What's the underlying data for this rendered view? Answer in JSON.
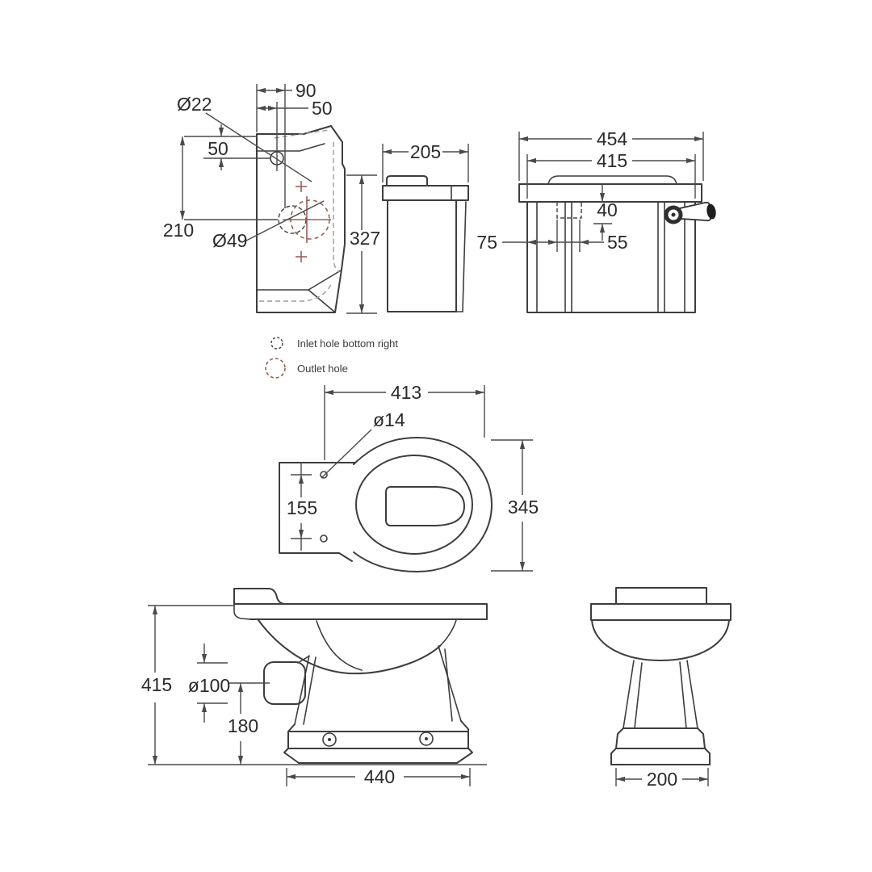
{
  "title": "Close coupled toilet cistern and pan technical drawing",
  "colors": {
    "line": "#3d3d3d",
    "dimension": "#4a4a4a",
    "accent_red": "#9a6055",
    "background": "#ffffff"
  },
  "cistern_front": {
    "d90": "90",
    "d50_top": "50",
    "dia22": "Ø22",
    "d50_left": "50",
    "d210": "210",
    "dia49": "Ø49",
    "d327": "327"
  },
  "cistern_side": {
    "d205": "205"
  },
  "cistern_rear": {
    "d454": "454",
    "d415": "415",
    "d40": "40",
    "d75": "75",
    "d55": "55"
  },
  "legend": {
    "inlet": "Inlet hole bottom right",
    "outlet": "Outlet hole"
  },
  "pan_top": {
    "d413": "413",
    "dia14": "ø14",
    "d155": "155",
    "d345": "345"
  },
  "pan_side": {
    "d415": "415",
    "dia100": "ø100",
    "d180": "180",
    "d440": "440"
  },
  "pan_rear": {
    "d200": "200"
  }
}
